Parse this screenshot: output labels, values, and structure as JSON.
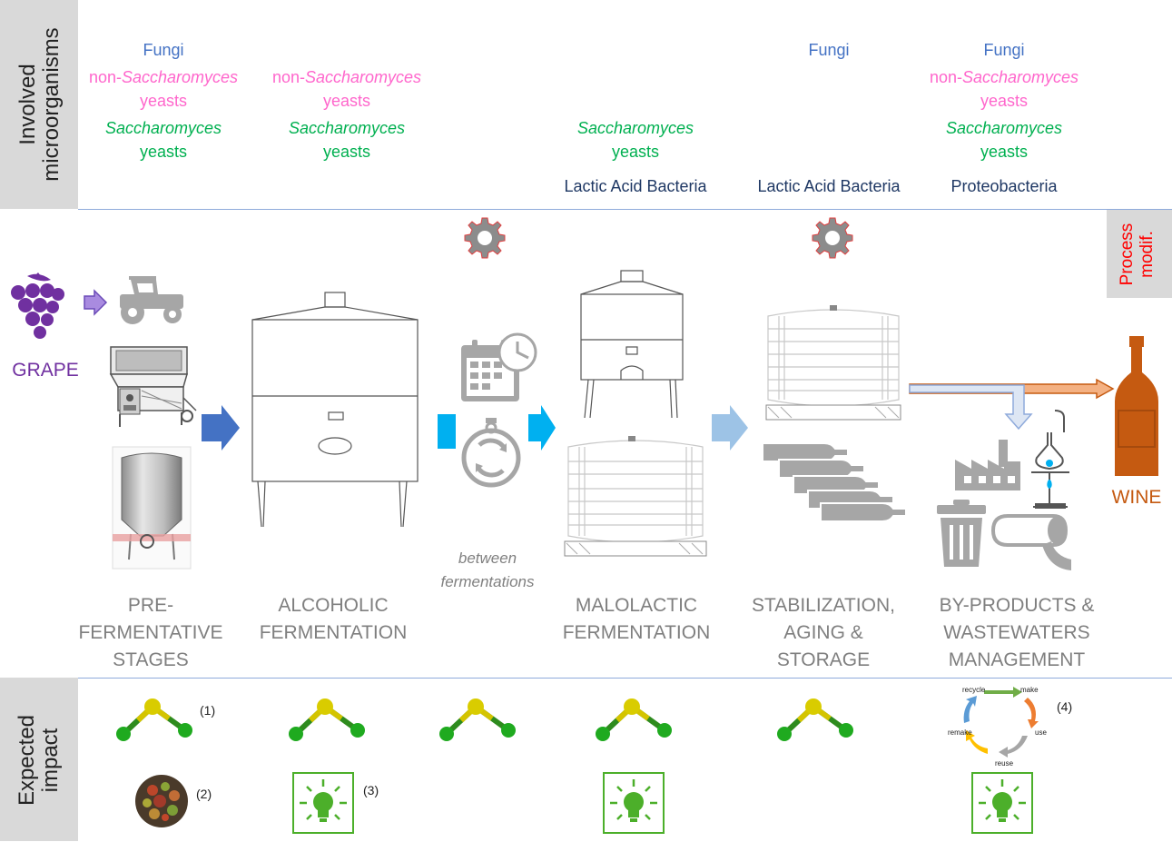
{
  "side_labels": {
    "microorganisms": [
      "Involved",
      "microorganisms"
    ],
    "process": [
      "Process",
      "modif."
    ],
    "impact": [
      "Expected",
      "impact"
    ]
  },
  "microorganisms": {
    "col1": {
      "fungi": "Fungi",
      "nonsac_prefix": "non-",
      "nonsac_genus": "Saccharomyces",
      "nonsac_yeasts": "yeasts",
      "sac_genus": "Saccharomyces",
      "sac_yeasts": "yeasts"
    },
    "col2": {
      "nonsac_prefix": "non-",
      "nonsac_genus": "Saccharomyces",
      "nonsac_yeasts": "yeasts",
      "sac_genus": "Saccharomyces",
      "sac_yeasts": "yeasts"
    },
    "col4": {
      "sac_genus": "Saccharomyces",
      "sac_yeasts": "yeasts",
      "lab": "Lactic Acid Bacteria"
    },
    "col5": {
      "fungi": "Fungi",
      "lab": "Lactic Acid Bacteria"
    },
    "col6": {
      "fungi": "Fungi",
      "nonsac_prefix": "non-",
      "nonsac_genus": "Saccharomyces",
      "nonsac_yeasts": "yeasts",
      "sac_genus": "Saccharomyces",
      "sac_yeasts": "yeasts",
      "proteo": "Proteobacteria"
    }
  },
  "process": {
    "grape": "GRAPE",
    "wine": "WINE",
    "between": [
      "between",
      "fermentations"
    ]
  },
  "stages": {
    "pre": [
      "PRE-",
      "FERMENTATIVE",
      "STAGES"
    ],
    "alcoholic": [
      "ALCOHOLIC",
      "FERMENTATION"
    ],
    "malolactic": [
      "MALOLACTIC",
      "FERMENTATION"
    ],
    "stabilization": [
      "STABILIZATION,",
      "AGING &",
      "STORAGE"
    ],
    "byproducts": [
      "BY-PRODUCTS &",
      "WASTEWATERS",
      "MANAGEMENT"
    ]
  },
  "impact": {
    "note1": "(1)",
    "note2": "(2)",
    "note3": "(3)",
    "note4": "(4)",
    "cycle": {
      "recycle": "recycle",
      "make": "make",
      "use": "use",
      "reuse": "reuse",
      "remake": "remake"
    }
  },
  "colors": {
    "fungi": "#4472c4",
    "non_saccharomyces": "#ff66cc",
    "saccharomyces": "#00b050",
    "bacteria": "#1f3864",
    "grape": "#7030a0",
    "wine": "#c55a11",
    "process_modif": "#ff0000",
    "stage_text": "#7f7f7f",
    "bulb": "#4caf2a"
  },
  "icons": [
    "grape-icon",
    "tractor-icon",
    "destemmer-icon",
    "tank-icon",
    "vat-icon",
    "calendar-icon",
    "stopwatch-icon",
    "gear-icon",
    "barrel-icon",
    "bottles-icon",
    "factory-icon",
    "trash-icon",
    "lab-flask-icon",
    "pipe-icon",
    "wine-bottle-icon",
    "sulfite-molecule-icon",
    "lightbulb-icon",
    "recycle-cycle-icon",
    "bokeh-icon"
  ]
}
